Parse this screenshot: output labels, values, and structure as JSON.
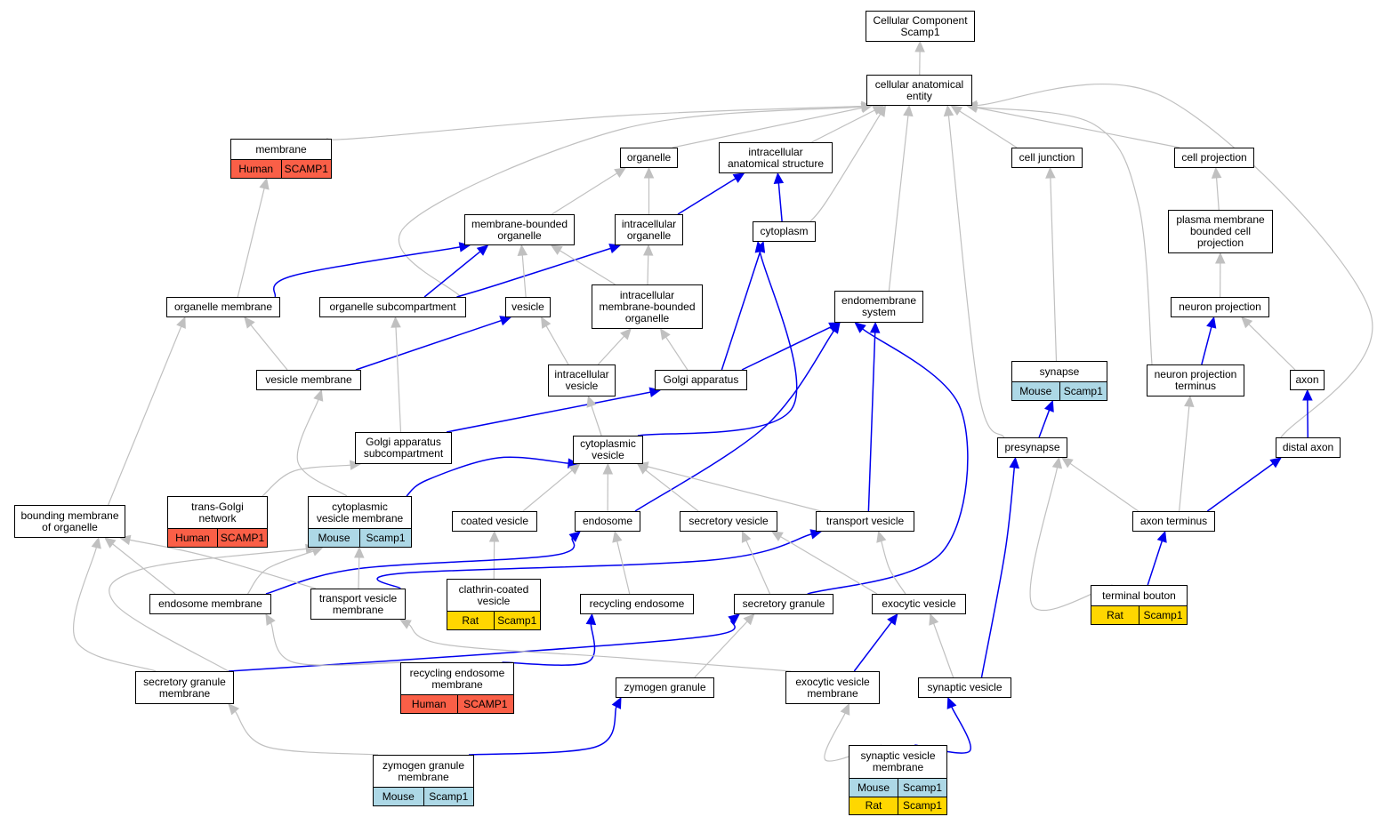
{
  "colors": {
    "edge_is_a": "#c0c0c0",
    "edge_part_of": "#0000ee",
    "human": "#fa5f47",
    "mouse": "#add8e6",
    "rat": "#ffd700"
  },
  "nodes": [
    {
      "id": "root",
      "lines": [
        "Cellular Component",
        "Scamp1"
      ]
    },
    {
      "id": "cae",
      "lines": [
        "cellular anatomical",
        "entity"
      ]
    },
    {
      "id": "membrane",
      "lines": [
        "membrane"
      ],
      "ann": [
        [
          "Human",
          "SCAMP1"
        ]
      ]
    },
    {
      "id": "organelle",
      "lines": [
        "organelle"
      ]
    },
    {
      "id": "ias",
      "lines": [
        "intracellular",
        "anatomical structure"
      ]
    },
    {
      "id": "celljunction",
      "lines": [
        "cell junction"
      ]
    },
    {
      "id": "cellprojection",
      "lines": [
        "cell projection"
      ]
    },
    {
      "id": "mbo",
      "lines": [
        "membrane-bounded",
        "organelle"
      ]
    },
    {
      "id": "io",
      "lines": [
        "intracellular",
        "organelle"
      ]
    },
    {
      "id": "cytoplasm",
      "lines": [
        "cytoplasm"
      ]
    },
    {
      "id": "pmbcp",
      "lines": [
        "plasma membrane",
        "bounded cell",
        "projection"
      ]
    },
    {
      "id": "orgmem",
      "lines": [
        "organelle membrane"
      ]
    },
    {
      "id": "orgsub",
      "lines": [
        "organelle subcompartment"
      ]
    },
    {
      "id": "vesicle",
      "lines": [
        "vesicle"
      ]
    },
    {
      "id": "imbo",
      "lines": [
        "intracellular",
        "membrane-bounded",
        "organelle"
      ]
    },
    {
      "id": "endomem",
      "lines": [
        "endomembrane",
        "system"
      ]
    },
    {
      "id": "neuronproj",
      "lines": [
        "neuron projection"
      ]
    },
    {
      "id": "vesmem",
      "lines": [
        "vesicle membrane"
      ]
    },
    {
      "id": "iv",
      "lines": [
        "intracellular",
        "vesicle"
      ]
    },
    {
      "id": "golgi",
      "lines": [
        "Golgi apparatus"
      ]
    },
    {
      "id": "synapse",
      "lines": [
        "synapse"
      ],
      "ann": [
        [
          "Mouse",
          "Scamp1"
        ]
      ]
    },
    {
      "id": "npt",
      "lines": [
        "neuron projection",
        "terminus"
      ]
    },
    {
      "id": "axon",
      "lines": [
        "axon"
      ]
    },
    {
      "id": "gas",
      "lines": [
        "Golgi apparatus",
        "subcompartment"
      ]
    },
    {
      "id": "cytves",
      "lines": [
        "cytoplasmic",
        "vesicle"
      ]
    },
    {
      "id": "presynapse",
      "lines": [
        "presynapse"
      ]
    },
    {
      "id": "distalaxon",
      "lines": [
        "distal axon"
      ]
    },
    {
      "id": "bmo",
      "lines": [
        "bounding membrane",
        "of organelle"
      ]
    },
    {
      "id": "tgn",
      "lines": [
        "trans-Golgi",
        "network"
      ],
      "ann": [
        [
          "Human",
          "SCAMP1"
        ]
      ]
    },
    {
      "id": "cvm",
      "lines": [
        "cytoplasmic",
        "vesicle membrane"
      ],
      "ann": [
        [
          "Mouse",
          "Scamp1"
        ]
      ]
    },
    {
      "id": "coated",
      "lines": [
        "coated vesicle"
      ]
    },
    {
      "id": "endosome",
      "lines": [
        "endosome"
      ]
    },
    {
      "id": "secves",
      "lines": [
        "secretory vesicle"
      ]
    },
    {
      "id": "transves",
      "lines": [
        "transport vesicle"
      ]
    },
    {
      "id": "axonterm",
      "lines": [
        "axon terminus"
      ]
    },
    {
      "id": "ccv",
      "lines": [
        "clathrin-coated",
        "vesicle"
      ],
      "ann": [
        [
          "Rat",
          "Scamp1"
        ]
      ]
    },
    {
      "id": "endomembrane",
      "lines": [
        "endosome membrane"
      ]
    },
    {
      "id": "tvm",
      "lines": [
        "transport vesicle",
        "membrane"
      ]
    },
    {
      "id": "recendo",
      "lines": [
        "recycling endosome"
      ]
    },
    {
      "id": "secgran",
      "lines": [
        "secretory granule"
      ]
    },
    {
      "id": "exoves",
      "lines": [
        "exocytic vesicle"
      ]
    },
    {
      "id": "termbouton",
      "lines": [
        "terminal bouton"
      ],
      "ann": [
        [
          "Rat",
          "Scamp1"
        ]
      ]
    },
    {
      "id": "sgm",
      "lines": [
        "secretory granule",
        "membrane"
      ]
    },
    {
      "id": "rem",
      "lines": [
        "recycling endosome",
        "membrane"
      ],
      "ann": [
        [
          "Human",
          "SCAMP1"
        ]
      ]
    },
    {
      "id": "zymogen",
      "lines": [
        "zymogen granule"
      ]
    },
    {
      "id": "evm",
      "lines": [
        "exocytic vesicle",
        "membrane"
      ]
    },
    {
      "id": "synves",
      "lines": [
        "synaptic vesicle"
      ]
    },
    {
      "id": "zgm",
      "lines": [
        "zymogen granule",
        "membrane"
      ],
      "ann": [
        [
          "Mouse",
          "Scamp1"
        ]
      ]
    },
    {
      "id": "svm",
      "lines": [
        "synaptic vesicle",
        "membrane"
      ],
      "ann": [
        [
          "Mouse",
          "Scamp1"
        ],
        [
          "Rat",
          "Scamp1"
        ]
      ]
    }
  ],
  "edges": [
    {
      "from": "cae",
      "to": "root",
      "type": "is_a"
    },
    {
      "from": "membrane",
      "to": "cae",
      "type": "is_a"
    },
    {
      "from": "organelle",
      "to": "cae",
      "type": "is_a"
    },
    {
      "from": "ias",
      "to": "cae",
      "type": "is_a"
    },
    {
      "from": "celljunction",
      "to": "cae",
      "type": "is_a"
    },
    {
      "from": "cellprojection",
      "to": "cae",
      "type": "is_a"
    },
    {
      "from": "orgsub",
      "to": "cae",
      "type": "is_a"
    },
    {
      "from": "cytoplasm",
      "to": "cae",
      "type": "is_a"
    },
    {
      "from": "endomem",
      "to": "cae",
      "type": "is_a"
    },
    {
      "from": "presynapse",
      "to": "cae",
      "type": "is_a"
    },
    {
      "from": "npt",
      "to": "cae",
      "type": "is_a"
    },
    {
      "from": "distalaxon",
      "to": "cae",
      "type": "is_a"
    },
    {
      "from": "mbo",
      "to": "organelle",
      "type": "is_a"
    },
    {
      "from": "io",
      "to": "organelle",
      "type": "is_a"
    },
    {
      "from": "io",
      "to": "ias",
      "type": "part_of"
    },
    {
      "from": "cytoplasm",
      "to": "ias",
      "type": "part_of"
    },
    {
      "from": "pmbcp",
      "to": "cellprojection",
      "type": "is_a"
    },
    {
      "from": "synapse",
      "to": "celljunction",
      "type": "is_a"
    },
    {
      "from": "orgmem",
      "to": "membrane",
      "type": "is_a"
    },
    {
      "from": "orgmem",
      "to": "mbo",
      "type": "part_of"
    },
    {
      "from": "orgsub",
      "to": "mbo",
      "type": "part_of"
    },
    {
      "from": "orgsub",
      "to": "io",
      "type": "part_of"
    },
    {
      "from": "vesicle",
      "to": "mbo",
      "type": "is_a"
    },
    {
      "from": "imbo",
      "to": "mbo",
      "type": "is_a"
    },
    {
      "from": "imbo",
      "to": "io",
      "type": "is_a"
    },
    {
      "from": "neuronproj",
      "to": "pmbcp",
      "type": "is_a"
    },
    {
      "from": "vesmem",
      "to": "orgmem",
      "type": "is_a"
    },
    {
      "from": "vesmem",
      "to": "vesicle",
      "type": "part_of"
    },
    {
      "from": "iv",
      "to": "vesicle",
      "type": "is_a"
    },
    {
      "from": "iv",
      "to": "imbo",
      "type": "is_a"
    },
    {
      "from": "golgi",
      "to": "imbo",
      "type": "is_a"
    },
    {
      "from": "golgi",
      "to": "cytoplasm",
      "type": "part_of"
    },
    {
      "from": "golgi",
      "to": "endomem",
      "type": "part_of"
    },
    {
      "from": "npt",
      "to": "neuronproj",
      "type": "part_of"
    },
    {
      "from": "axon",
      "to": "neuronproj",
      "type": "is_a"
    },
    {
      "from": "gas",
      "to": "orgsub",
      "type": "is_a"
    },
    {
      "from": "gas",
      "to": "golgi",
      "type": "part_of"
    },
    {
      "from": "cytves",
      "to": "iv",
      "type": "is_a"
    },
    {
      "from": "cytves",
      "to": "cytoplasm",
      "type": "part_of"
    },
    {
      "from": "presynapse",
      "to": "synapse",
      "type": "part_of"
    },
    {
      "from": "distalaxon",
      "to": "axon",
      "type": "part_of"
    },
    {
      "from": "bmo",
      "to": "orgmem",
      "type": "is_a"
    },
    {
      "from": "tgn",
      "to": "gas",
      "type": "is_a"
    },
    {
      "from": "cvm",
      "to": "vesmem",
      "type": "is_a"
    },
    {
      "from": "cvm",
      "to": "cytves",
      "type": "part_of"
    },
    {
      "from": "coated",
      "to": "cytves",
      "type": "is_a"
    },
    {
      "from": "endosome",
      "to": "cytves",
      "type": "is_a"
    },
    {
      "from": "endosome",
      "to": "endomem",
      "type": "part_of"
    },
    {
      "from": "secves",
      "to": "cytves",
      "type": "is_a"
    },
    {
      "from": "transves",
      "to": "cytves",
      "type": "is_a"
    },
    {
      "from": "transves",
      "to": "endomem",
      "type": "part_of"
    },
    {
      "from": "axonterm",
      "to": "presynapse",
      "type": "is_a"
    },
    {
      "from": "axonterm",
      "to": "npt",
      "type": "is_a"
    },
    {
      "from": "axonterm",
      "to": "distalaxon",
      "type": "part_of"
    },
    {
      "from": "ccv",
      "to": "coated",
      "type": "is_a"
    },
    {
      "from": "endomembrane",
      "to": "bmo",
      "type": "is_a"
    },
    {
      "from": "endomembrane",
      "to": "cvm",
      "type": "is_a"
    },
    {
      "from": "endomembrane",
      "to": "endosome",
      "type": "part_of"
    },
    {
      "from": "tvm",
      "to": "bmo",
      "type": "is_a"
    },
    {
      "from": "tvm",
      "to": "cvm",
      "type": "is_a"
    },
    {
      "from": "tvm",
      "to": "transves",
      "type": "part_of"
    },
    {
      "from": "recendo",
      "to": "endosome",
      "type": "is_a"
    },
    {
      "from": "secgran",
      "to": "secves",
      "type": "is_a"
    },
    {
      "from": "secgran",
      "to": "endomem",
      "type": "part_of"
    },
    {
      "from": "exoves",
      "to": "secves",
      "type": "is_a"
    },
    {
      "from": "exoves",
      "to": "transves",
      "type": "is_a"
    },
    {
      "from": "termbouton",
      "to": "presynapse",
      "type": "is_a"
    },
    {
      "from": "termbouton",
      "to": "axonterm",
      "type": "part_of"
    },
    {
      "from": "sgm",
      "to": "bmo",
      "type": "is_a"
    },
    {
      "from": "sgm",
      "to": "cvm",
      "type": "is_a"
    },
    {
      "from": "sgm",
      "to": "secgran",
      "type": "part_of"
    },
    {
      "from": "rem",
      "to": "endomembrane",
      "type": "is_a"
    },
    {
      "from": "rem",
      "to": "recendo",
      "type": "part_of"
    },
    {
      "from": "zymogen",
      "to": "secgran",
      "type": "is_a"
    },
    {
      "from": "evm",
      "to": "tvm",
      "type": "is_a"
    },
    {
      "from": "evm",
      "to": "exoves",
      "type": "part_of"
    },
    {
      "from": "synves",
      "to": "exoves",
      "type": "is_a"
    },
    {
      "from": "synves",
      "to": "presynapse",
      "type": "part_of"
    },
    {
      "from": "zgm",
      "to": "sgm",
      "type": "is_a"
    },
    {
      "from": "zgm",
      "to": "zymogen",
      "type": "part_of"
    },
    {
      "from": "svm",
      "to": "evm",
      "type": "is_a"
    },
    {
      "from": "svm",
      "to": "synves",
      "type": "part_of"
    }
  ]
}
